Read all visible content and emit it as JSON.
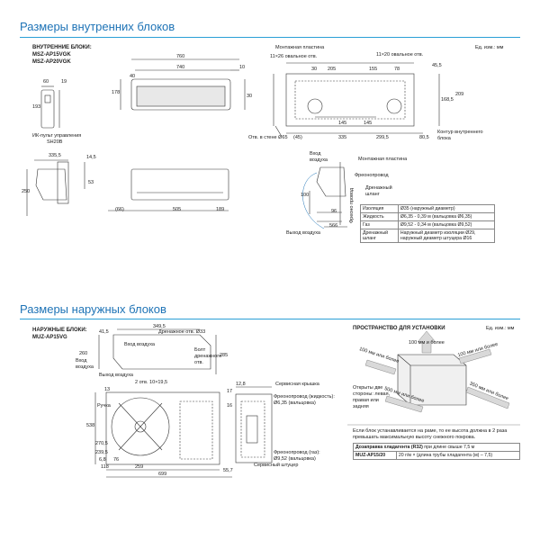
{
  "indoor": {
    "title": "Размеры внутренних блоков",
    "units": "Ед. изм.: мм",
    "models_label": "ВНУТРЕННИЕ БЛОКИ:",
    "model_1": "MSZ-AP15VGK",
    "model_2": "MSZ-AP20VGK",
    "remote_caption": "ИК-пульт управления",
    "remote_model": "SH20B",
    "dims": {
      "d760": "760",
      "d740": "740",
      "d10": "10",
      "d178": "178",
      "d40": "40",
      "d60": "60",
      "d19": "19",
      "d193": "193",
      "d3355": "335,5",
      "d145": "14,5",
      "d250": "250",
      "d53": "53",
      "d66": "(66)",
      "d505": "505",
      "d189": "189",
      "p11x26": "11×26 овальное отв.",
      "p11x20": "11×20 овальное отв.",
      "mount_plate": "Монтажная пластина",
      "p30": "30",
      "p205": "205",
      "p155": "155",
      "p78": "78",
      "p455": "45,5",
      "p145a": "145",
      "p145b": "145",
      "p45": "(45)",
      "p335": "335",
      "p2995": "299,5",
      "p805": "80,5",
      "p209": "209",
      "p1685": "168,5",
      "wall_hole": "Отв. в стене Ø65",
      "contour": "Контур внутреннего блока",
      "v100": "100",
      "v96": "96",
      "v566": "566"
    },
    "side_labels": {
      "air_in": "Вход воздуха",
      "mount_plate": "Монтажная пластина",
      "freon_pipe": "Фреонопровод",
      "drain_hose": "Дренажный шланг",
      "air_out": "Выход воздуха"
    },
    "spec_vertical_label": "Фреоно провод",
    "spec_rows": [
      {
        "name": "Изоляция",
        "value": "Ø35 (наружный диаметр)"
      },
      {
        "name": "Жидкость",
        "value": "Ø6,35 - 0,39 м (вальцовка Ø6,35)"
      },
      {
        "name": "Газ",
        "value": "Ø9,52 - 0,34 м (вальцовка Ø9,52)"
      },
      {
        "name": "Дренажный шланг",
        "value": "Наружный диаметр изоляции Ø29, наружный диаметр штуцера Ø16"
      }
    ]
  },
  "outdoor": {
    "title": "Размеры наружных блоков",
    "models_label": "НАРУЖНЫЕ БЛОКИ:",
    "model_1": "MUZ-AP15VG",
    "dims": {
      "d3495": "349,5",
      "d415": "41,5",
      "d260": "260",
      "d285": "285",
      "d538": "538",
      "d2705": "270,5",
      "d2395": "239,5",
      "d68": "6,8",
      "d76": "76",
      "d118": "118",
      "d259": "259",
      "d699": "699",
      "d557": "55,7",
      "d17": "17",
      "d128": "12,8",
      "d16": "16",
      "d13": "13",
      "holes": "2 отв. 10×19,5",
      "bolt": "Болт дренажного отв.",
      "drain_hole": "Дренажное отв. Ø33"
    },
    "labels": {
      "air_in_top": "Вход воздуха",
      "air_in_side": "Вход воздуха",
      "air_out": "Выход воздуха",
      "handle": "Ручка",
      "service_cap": "Сервисная крышка",
      "freon_liquid": "Фреонопровод (жидкость): Ø6,35 (вальцовка)",
      "freon_gas": "Фреонопровод (газ): Ø9,52 (вальцовка)",
      "service_port": "Сервисный штуцер"
    },
    "install": {
      "title": "ПРОСТРАНСТВО ДЛЯ УСТАНОВКИ",
      "units": "Ед. изм.: мм",
      "top": "100 мм и более",
      "left": "100 мм или более",
      "right_top": "100 мм или более",
      "front": "500 мм или более",
      "right": "350 мм или более",
      "open_sides": "Открыты две стороны: левая, правая или задняя",
      "note": "Если блок устанавливается на раме, то ее высота должна в 2 раза превышать максимальную высоту снежного покрова.",
      "charge_title": "Дозаправка хладагента (R32)",
      "charge_cond": "при длине свыше 7,5 м",
      "charge_model": "MUZ-AP15/20",
      "charge_formula": "20 г/м × (длина трубы хладагента (м) – 7,5)"
    }
  }
}
